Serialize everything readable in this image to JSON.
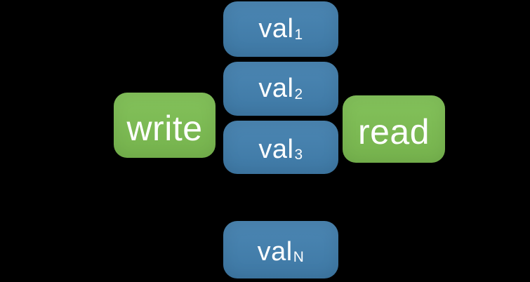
{
  "slide": {
    "background_color": "#000000",
    "text_color": "#FFFFFF",
    "buffer": {
      "description": "vertical stack of queued values",
      "item_fill_color": "#4280AF",
      "items": [
        {
          "base": "val",
          "subscript": "1"
        },
        {
          "base": "val",
          "subscript": "2"
        },
        {
          "base": "val",
          "subscript": "3"
        },
        {
          "base": "val",
          "subscript": "N"
        }
      ]
    },
    "operations": {
      "fill_color": "#7DBE52",
      "write_label": "write",
      "read_label": "read"
    }
  }
}
